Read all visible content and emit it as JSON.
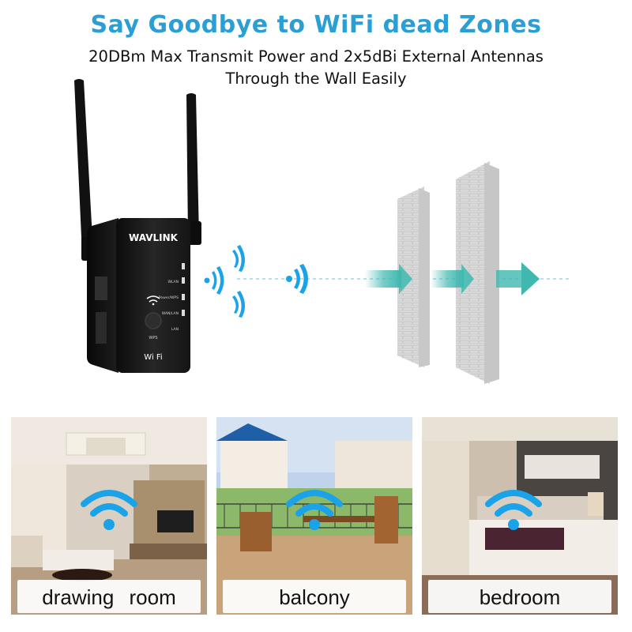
{
  "header": {
    "title": "Say Goodbye to WiFi dead Zones",
    "subtitle_line1": "20DBm Max Transmit Power and 2x5dBi External Antennas",
    "subtitle_line2": "Through the Wall Easily"
  },
  "device": {
    "brand": "WAVLINK",
    "led_labels": [
      "WLAN",
      "Power/WPS",
      "WAN/LAN",
      "LAN"
    ],
    "wps_label": "WPS",
    "wifi_logo": "Wi Fi"
  },
  "rooms": [
    {
      "label": "drawing room",
      "icon": "wifi-signal-icon"
    },
    {
      "label": "balcony",
      "icon": "wifi-signal-icon"
    },
    {
      "label": "bedroom",
      "icon": "wifi-signal-icon"
    }
  ],
  "colors": {
    "headline": "#2a9fd6",
    "wifi_blue": "#1aa3e8",
    "arrow_teal": "#3fb8b0",
    "device_body": "#1b1b1b"
  }
}
